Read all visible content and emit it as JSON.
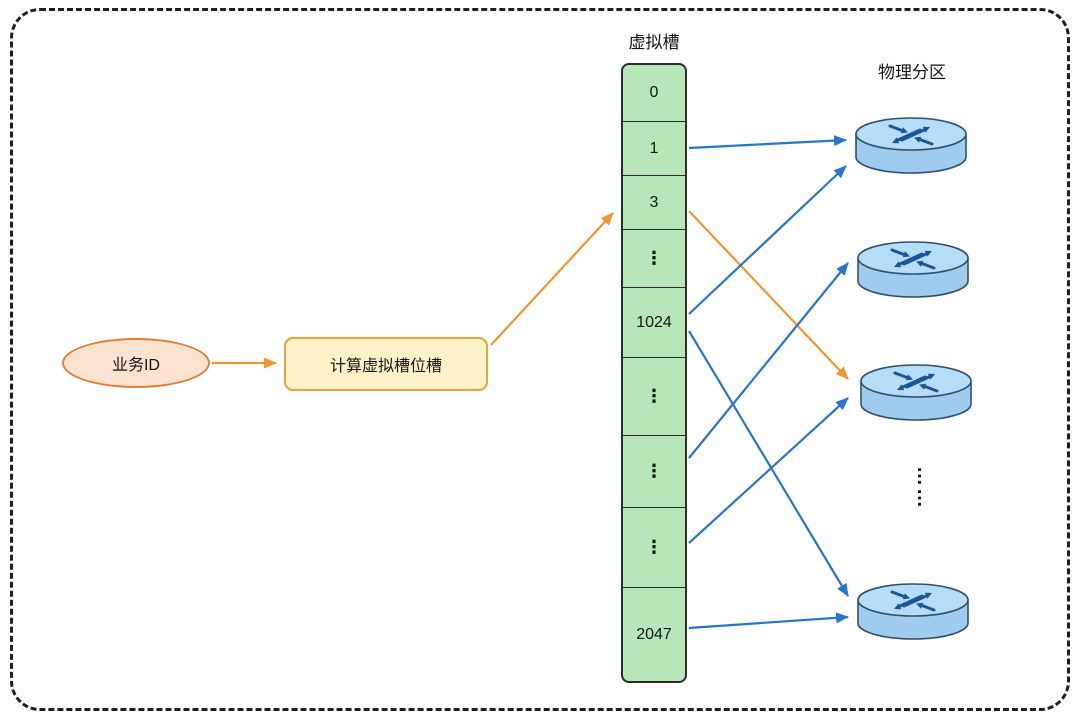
{
  "titles": {
    "virtual_slots": "虚拟槽",
    "physical_partitions": "物理分区"
  },
  "flow": {
    "business_id_label": "业务ID",
    "compute_slot_label": "计算虚拟槽位槽"
  },
  "slots": [
    "0",
    "1",
    "3",
    "⋮",
    "1024",
    "⋮",
    "⋮",
    "⋮",
    "2047"
  ],
  "partitions": {
    "count_visible": 4,
    "ellipsis_vertical": "……",
    "icon": "router-icon"
  },
  "colors": {
    "arrow-blue": "#2676CE",
    "arrow-orange": "#F0962F",
    "slot-fill": "#B7E6B9",
    "slot-stroke": "#2b2b2b",
    "node-peach-fill": "#FBE3CF",
    "node-peach-stroke": "#E07E3C",
    "node-yellow-fill": "#FDF1C7",
    "node-yellow-stroke": "#E3A343",
    "partition-top": "#B6DDF8",
    "partition-side": "#9FCBEF",
    "partition-stroke": "#31506e",
    "partition-arrow": "#1B5796",
    "frame": "#1f1f1f",
    "text": "#161616"
  }
}
